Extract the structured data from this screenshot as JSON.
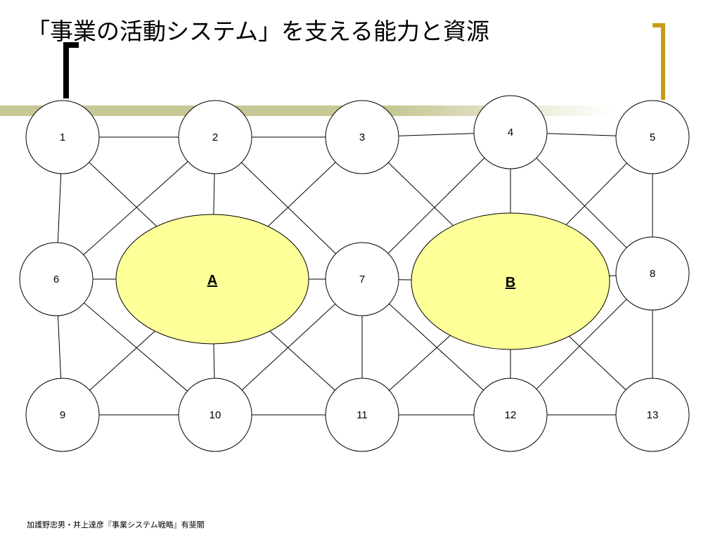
{
  "slide": {
    "title": "「事業の活動システム」を支える能力と資源",
    "citation": "加護野忠男・井上達彦『事業システム戦略』有斐閣"
  },
  "theme": {
    "accent_bar_color": "#c8c896",
    "left_bracket_color": "#000000",
    "right_bracket_color": "#c99a14",
    "ellipse_fill": "#ffff99",
    "node_fill": "#ffffff",
    "line_color": "#000000"
  },
  "diagram": {
    "nodes": [
      {
        "id": "1",
        "label": "1"
      },
      {
        "id": "2",
        "label": "2"
      },
      {
        "id": "3",
        "label": "3"
      },
      {
        "id": "4",
        "label": "4"
      },
      {
        "id": "5",
        "label": "5"
      },
      {
        "id": "6",
        "label": "6"
      },
      {
        "id": "7",
        "label": "7"
      },
      {
        "id": "8",
        "label": "8"
      },
      {
        "id": "9",
        "label": "9"
      },
      {
        "id": "10",
        "label": "10"
      },
      {
        "id": "11",
        "label": "11"
      },
      {
        "id": "12",
        "label": "12"
      },
      {
        "id": "13",
        "label": "13"
      }
    ],
    "ellipses": [
      {
        "id": "A",
        "label": "A"
      },
      {
        "id": "B",
        "label": "B"
      }
    ],
    "edges": [
      [
        "1",
        "2"
      ],
      [
        "2",
        "3"
      ],
      [
        "3",
        "4"
      ],
      [
        "4",
        "5"
      ],
      [
        "1",
        "6"
      ],
      [
        "2",
        "A"
      ],
      [
        "4",
        "B"
      ],
      [
        "5",
        "8"
      ],
      [
        "6",
        "A"
      ],
      [
        "A",
        "7"
      ],
      [
        "7",
        "B"
      ],
      [
        "B",
        "8"
      ],
      [
        "6",
        "9"
      ],
      [
        "A",
        "10"
      ],
      [
        "7",
        "11"
      ],
      [
        "B",
        "12"
      ],
      [
        "8",
        "13"
      ],
      [
        "9",
        "10"
      ],
      [
        "10",
        "11"
      ],
      [
        "11",
        "12"
      ],
      [
        "12",
        "13"
      ],
      [
        "1",
        "A"
      ],
      [
        "2",
        "6"
      ],
      [
        "2",
        "7"
      ],
      [
        "3",
        "A"
      ],
      [
        "3",
        "B"
      ],
      [
        "4",
        "7"
      ],
      [
        "4",
        "8"
      ],
      [
        "5",
        "B"
      ],
      [
        "6",
        "10"
      ],
      [
        "A",
        "9"
      ],
      [
        "A",
        "11"
      ],
      [
        "7",
        "10"
      ],
      [
        "7",
        "12"
      ],
      [
        "B",
        "11"
      ],
      [
        "B",
        "13"
      ],
      [
        "8",
        "12"
      ]
    ]
  }
}
